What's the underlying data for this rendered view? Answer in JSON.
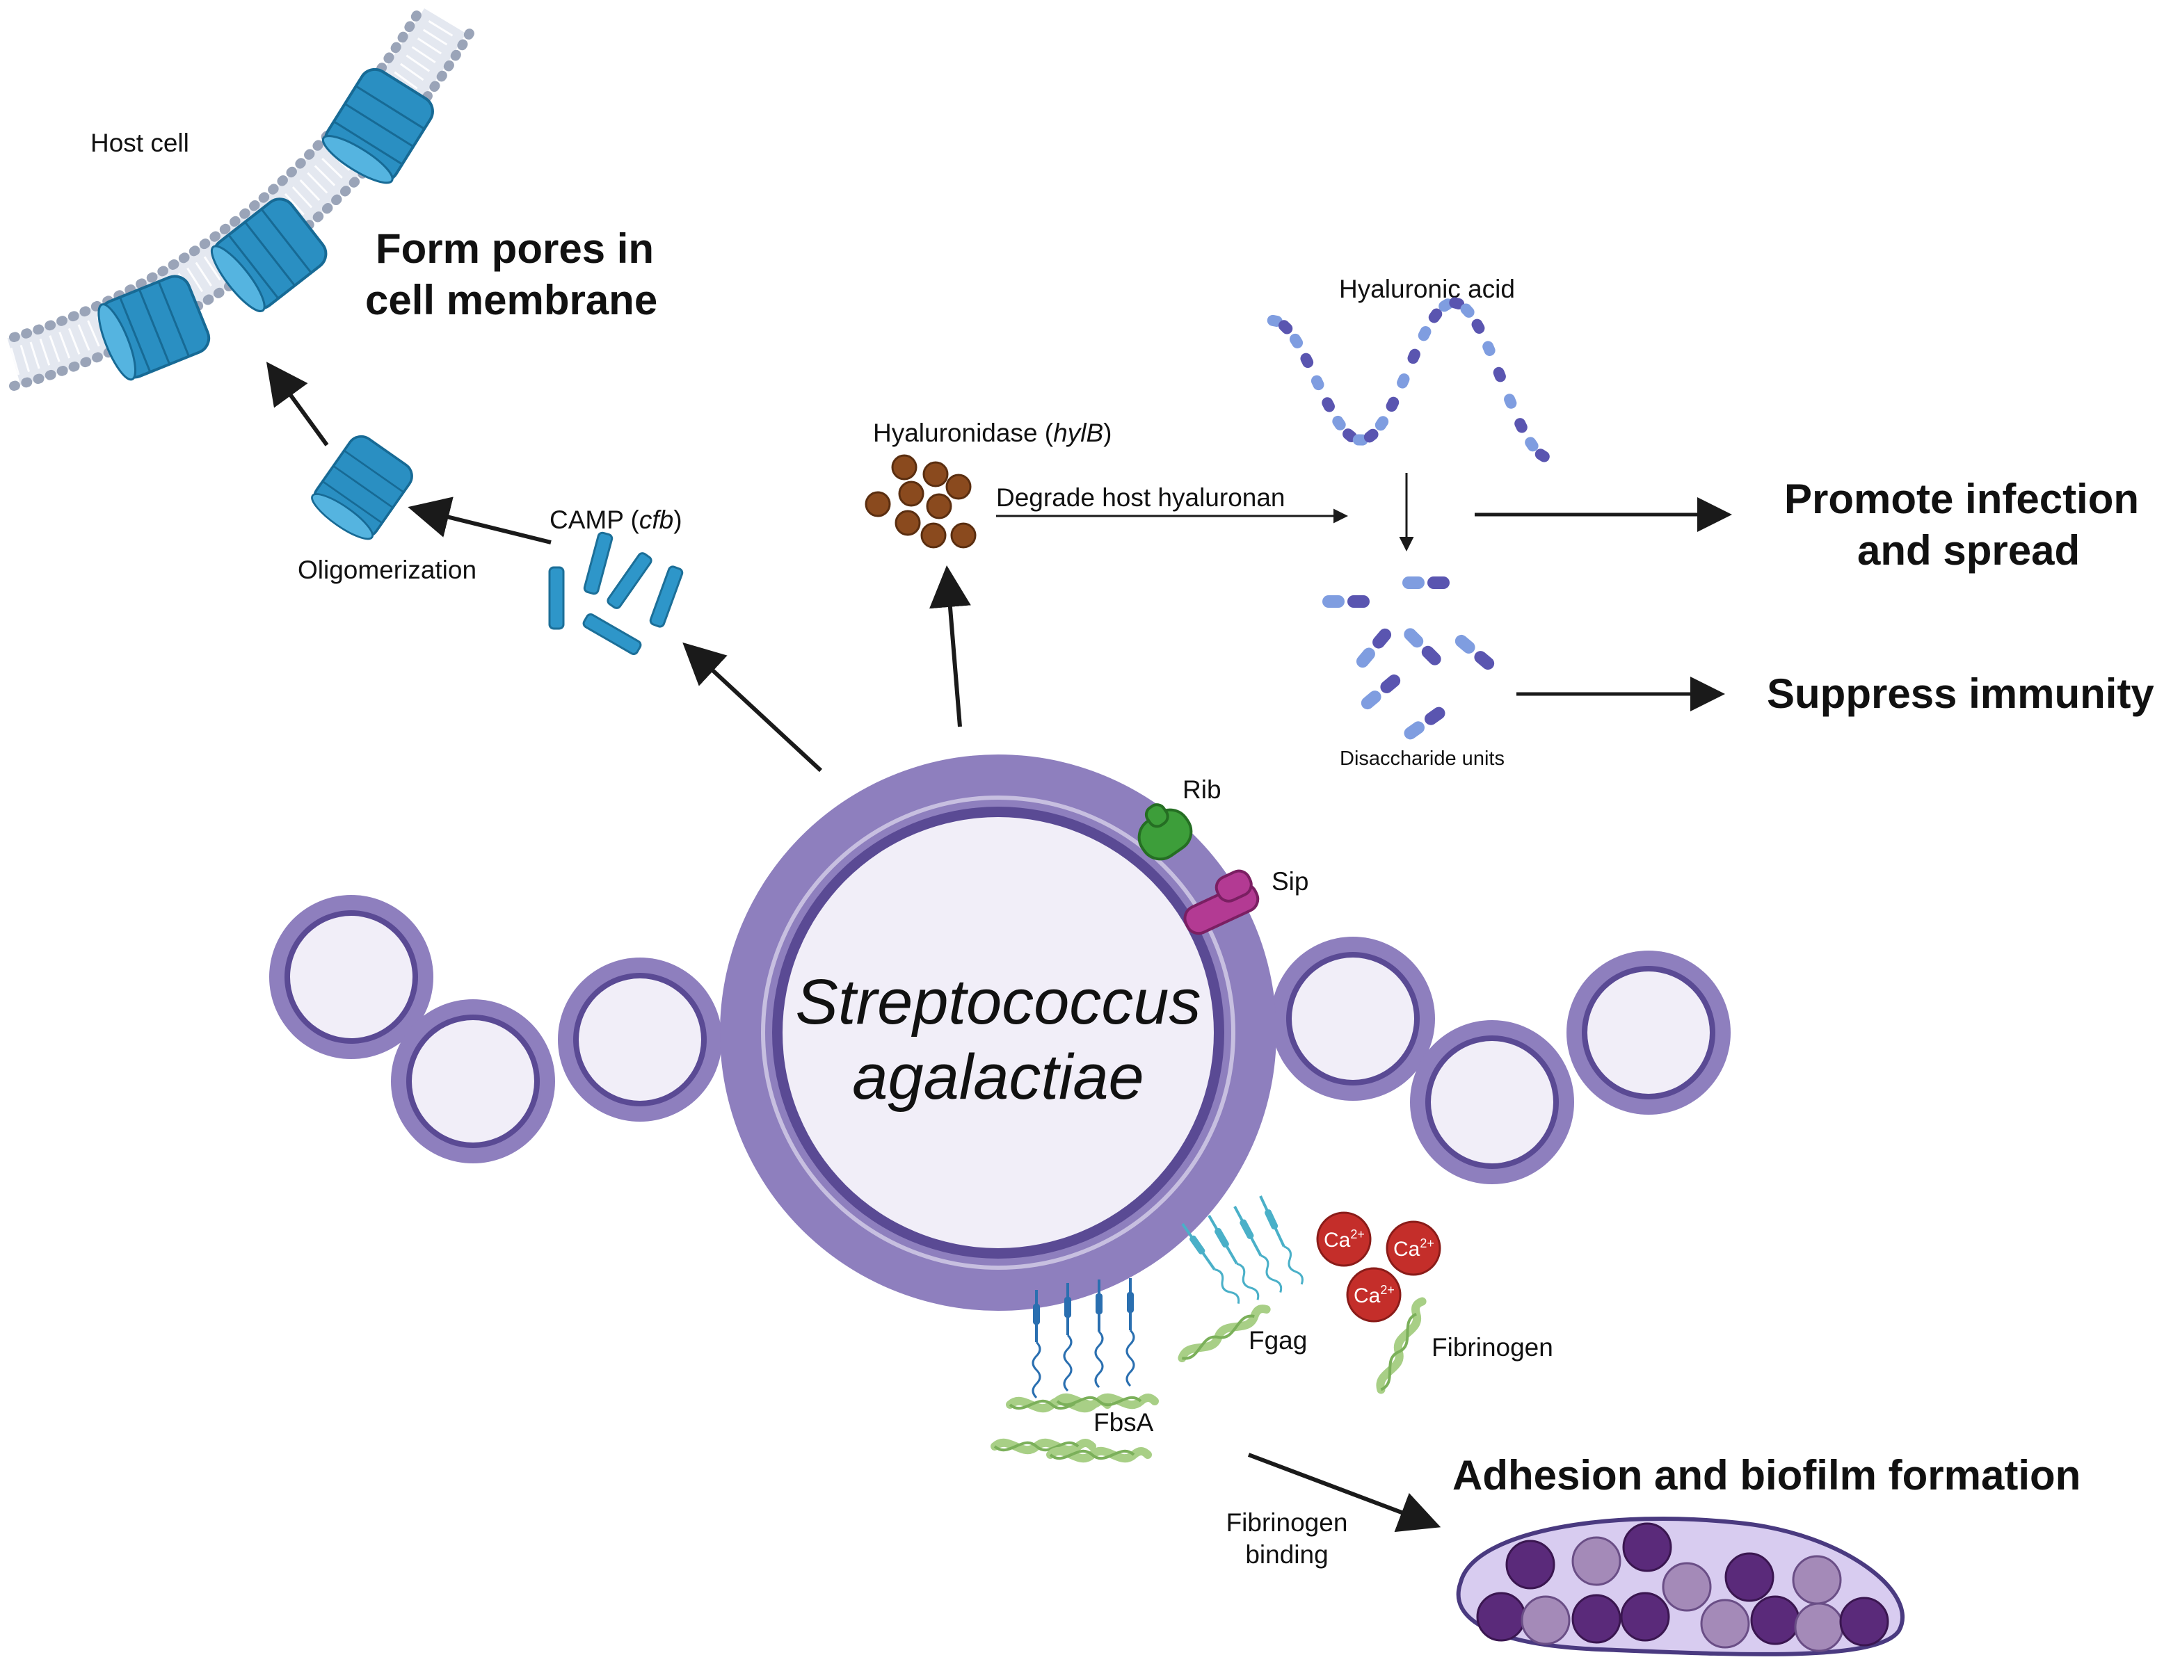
{
  "labels": {
    "host_cell": "Host cell",
    "form_pores_line1": "Form pores in",
    "form_pores_line2": "cell membrane",
    "oligomerization": "Oligomerization",
    "camp_name": "CAMP (",
    "camp_gene": "cfb",
    "camp_close": ")",
    "hyaluronidase_name": "Hyaluronidase (",
    "hyaluronidase_gene": "hylB",
    "hyaluronidase_close": ")",
    "degrade": "Degrade host hyaluronan",
    "hyaluronic_acid": "Hyaluronic acid",
    "disaccharide": "Disaccharide units",
    "promote_line1": "Promote infection",
    "promote_line2": "and spread",
    "suppress": "Suppress immunity",
    "rib": "Rib",
    "sip": "Sip",
    "species_line1": "Streptococcus",
    "species_line2": "agalactiae",
    "calcium_ion": "Ca",
    "calcium_charge": "2+",
    "fgag": "Fgag",
    "fibrinogen": "Fibrinogen",
    "fbsa": "FbsA",
    "fibrinogen_binding_line1": "Fibrinogen",
    "fibrinogen_binding_line2": "binding",
    "adhesion": "Adhesion and biofilm formation"
  },
  "colors": {
    "cell_wall": "#8e7fbe",
    "cell_inner_ring": "#5a4a94",
    "cell_interior": "#f1eef8",
    "camp_blue": "#2e96c9",
    "pore_blue": "#2a8fc2",
    "membrane_head": "#9aa4b8",
    "hyaluronidase": "#8a4a1e",
    "hyaluronan_light": "#7f9de0",
    "hyaluronan_dark": "#5a55b0",
    "rib_green": "#3d9e3a",
    "sip_magenta": "#b33a93",
    "calcium_red": "#c42e2a",
    "fibrinogen_green": "#a8cf86",
    "biofilm_dark": "#5a2a7a",
    "biofilm_light": "#a48ab8",
    "arrow": "#1a1a1a"
  }
}
